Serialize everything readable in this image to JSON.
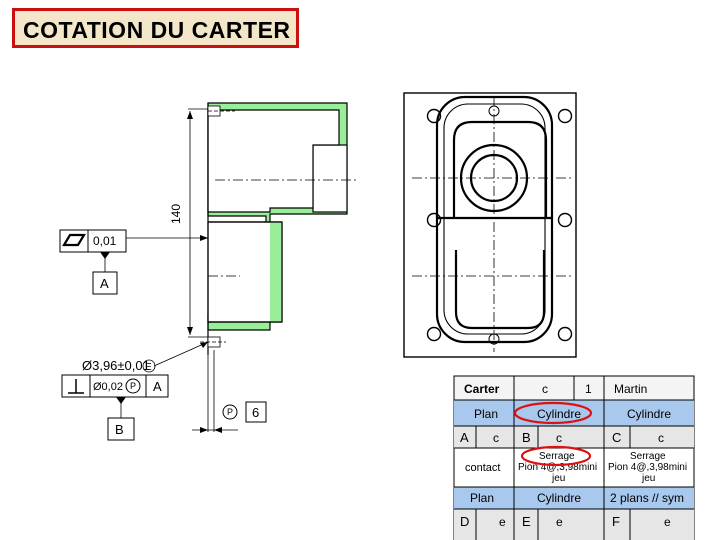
{
  "title": "COTATION DU CARTER",
  "drawing": {
    "height_dimension": "140",
    "flatness_value": "0,01",
    "datum_a": "A",
    "datum_b": "B",
    "hole_size": "Ø3,96±0,01",
    "envelope_symbol": "E",
    "perp_value": "Ø0,02",
    "projected_zone_symbol": "P",
    "perp_datum": "A",
    "projected_symbol_2": "P",
    "projected_length": "6"
  },
  "table": {
    "header": {
      "part": "Carter",
      "col_c": "c",
      "number": "1",
      "author": "Martin"
    },
    "row_surfaces": [
      "Plan",
      "Cylindre",
      "Cylindre"
    ],
    "row_letters": [
      "A",
      "c",
      "B",
      "c",
      "C",
      "c"
    ],
    "row_contact": {
      "label": "contact",
      "b_line1": "Serrage",
      "b_line2": "Pion 4@,3,98mini",
      "b_line3": "jeu",
      "c_line1": "Serrage",
      "c_line2": "Pion 4@,3,98mini",
      "c_line3": "jeu"
    },
    "row_surfaces2": [
      "Plan",
      "Cylindre",
      "2 plans // sym"
    ],
    "row_letters2": [
      "D",
      "e",
      "E",
      "e",
      "F",
      "e"
    ]
  },
  "colors": {
    "accent_red": "#cc1010",
    "title_bg": "#f3e6c9",
    "part_green": "#99ee99",
    "table_blue": "#a8c8ee"
  }
}
